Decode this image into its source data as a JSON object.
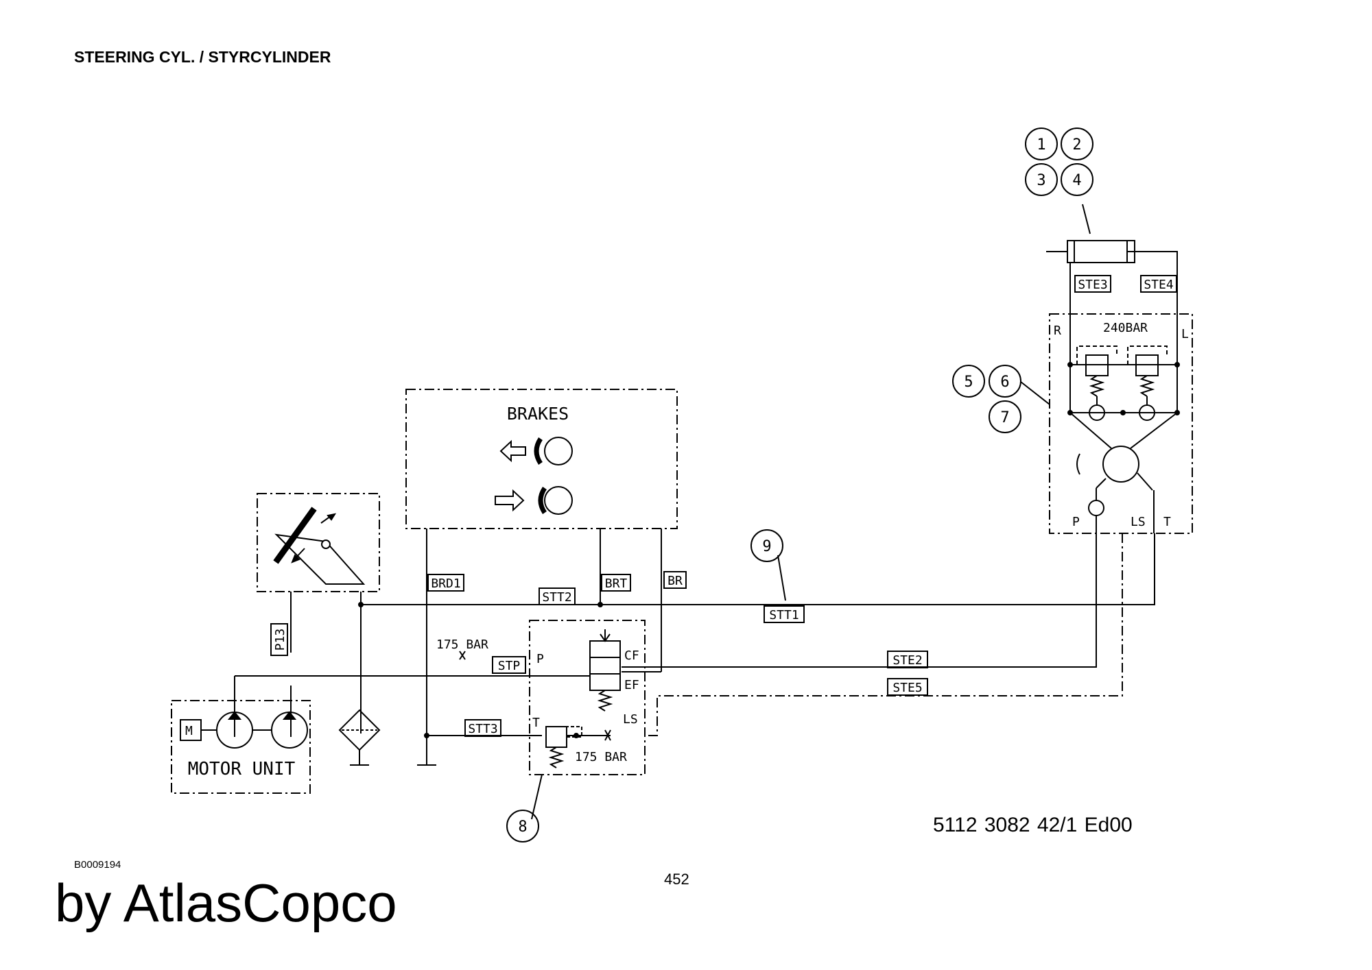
{
  "header": {
    "title": "STEERING CYL. / STYRCYLINDER"
  },
  "footer": {
    "ref_code": "B0009194",
    "page_number": "452",
    "brand": "by AtlasCopco",
    "drawing_number": "5112 3082 42/1  Ed00"
  },
  "diagram": {
    "component_labels": {
      "brakes": "BRAKES",
      "motor_unit": "MOTOR UNIT",
      "motor": "M",
      "relief_240": "240BAR",
      "relief_175_top": "175 BAR",
      "relief_175_bottom": "175 BAR"
    },
    "line_tags": {
      "ste3": "STE3",
      "ste4": "STE4",
      "brd1": "BRD1",
      "brt": "BRT",
      "br": "BR",
      "stt2": "STT2",
      "stt1": "STT1",
      "ste2": "STE2",
      "ste5": "STE5",
      "stp": "STP",
      "stt3": "STT3",
      "p13": "P13"
    },
    "port_labels": {
      "r": "R",
      "l": "L",
      "p_steer": "P",
      "ls_steer": "LS",
      "t_steer": "T",
      "p_valve": "P",
      "cf": "CF",
      "ef": "EF",
      "ls_valve": "LS",
      "t_valve": "T"
    },
    "callouts": {
      "c1": "1",
      "c2": "2",
      "c3": "3",
      "c4": "4",
      "c5": "5",
      "c6": "6",
      "c7": "7",
      "c8": "8",
      "c9": "9"
    }
  }
}
